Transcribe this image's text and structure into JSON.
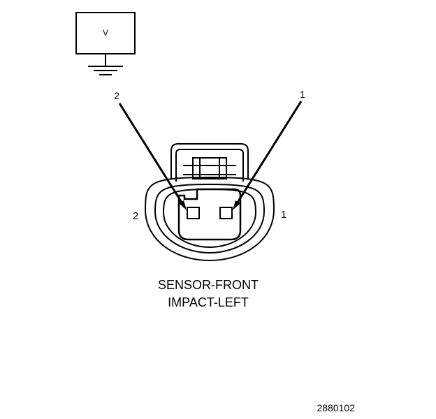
{
  "meter": {
    "symbol": "V"
  },
  "probes": {
    "left_label": "2",
    "right_label": "1"
  },
  "connector": {
    "pin_left_label": "2",
    "pin_right_label": "1"
  },
  "caption": {
    "line1": "SENSOR-FRONT",
    "line2": "IMPACT-LEFT"
  },
  "figure_id": "2880102",
  "colors": {
    "ink": "#000000",
    "background": "#ffffff"
  }
}
